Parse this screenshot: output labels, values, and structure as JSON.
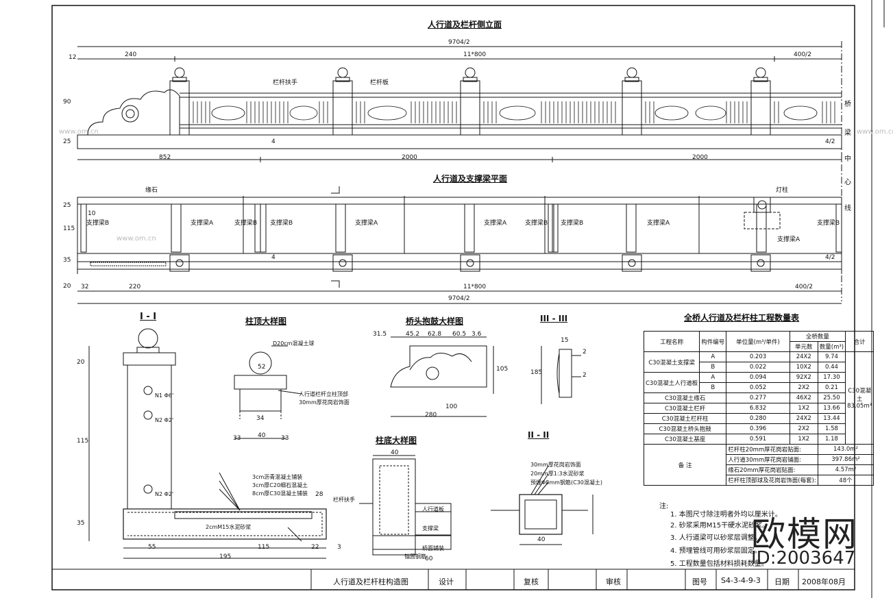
{
  "sheet": {
    "elevation_title": "人行道及栏杆侧立面",
    "plan_title": "人行道及支撑梁平面",
    "section_I_title": "I - I",
    "section_II_title": "II - II",
    "section_III_title": "III - III",
    "cap_detail_title": "柱顶大样图",
    "end_detail_title": "桥头抱鼓大样图",
    "base_detail_title": "柱底大样图",
    "qty_table_title": "全桥人行道及栏杆柱工程数量表"
  },
  "dimensions": {
    "top_total": "9704/2",
    "top_left": "240",
    "top_mid": "11*800",
    "top_right": "400/2",
    "elev_bottom_left": "852",
    "elev_bottom_mid1": "2000",
    "elev_bottom_mid2": "2000",
    "plan_left": "220",
    "plan_left_small": "32",
    "plan_mid": "11*800",
    "plan_right": "400/2",
    "plan_total": "9704/2",
    "slope_left": "4",
    "slope_right": "4/2",
    "v_12": "12",
    "v_90": "90",
    "v_25": "25",
    "v_115": "115",
    "v_35": "35",
    "v_20": "20",
    "v_10": "10",
    "sec_195": "195",
    "sec_55": "55",
    "sec_115": "115",
    "sec_22": "22",
    "sec_3": "3",
    "sec_28": "28",
    "cap_52": "52",
    "cap_34": "34",
    "cap_40": "40",
    "cap_33a": "33",
    "cap_33b": "33",
    "end_315": "31.5",
    "end_452": "45.2",
    "end_628": "62.8",
    "end_605": "60.5",
    "end_36": "3.6",
    "end_280": "280",
    "end_100": "100",
    "end_105": "105",
    "base_40": "40",
    "base_60": "60",
    "s3_185": "185",
    "s3_15": "15",
    "s3_2a": "2",
    "s3_2b": "2",
    "s2_40": "40"
  },
  "labels": {
    "rail_handrail": "栏杆扶手",
    "rail_panel": "栏杆板",
    "curb": "缘石",
    "beam_A": "支撑梁A",
    "beam_B": "支撑梁B",
    "lamp_post": "灯柱",
    "center_marker_1": "桥",
    "center_marker_2": "梁",
    "center_marker_3": "中",
    "center_marker_4": "心",
    "center_marker_5": "线",
    "cap_note1": "D20cm混凝土球",
    "cap_note2": "人行道栏杆立柱顶部",
    "cap_note3": "30mm厚花岗岩饰面",
    "layer1": "3cm沥青混凝土铺装",
    "layer2": "3cm厚C20细石混凝土",
    "layer3": "8cm厚C30混凝土铺装",
    "layer4": "2cmM15水泥砂浆",
    "pipe1": "N1 Φ6'",
    "pipe2": "N2 Φ2'",
    "pipe3": "N2 Φ2'",
    "base_left": "栏杆扶手",
    "base_mid": "人行道板",
    "base_right": "支撑梁",
    "base_bottom": "桥面铺装",
    "base_anchor": "锚固钢筋",
    "s2_note1": "30mm厚花岗岩饰面",
    "s2_note2": "20mm厚1:3水泥砂浆",
    "s2_note3": "预埋Φ8mm钢筋(C30混凝土)"
  },
  "qty_table": {
    "headers": [
      "工程名称",
      "构件编号",
      "单位量(m³/单件)",
      "全桥数量",
      "合计"
    ],
    "subheaders": [
      "单元数",
      "数量(m³)"
    ],
    "rows": [
      [
        "C30混凝土支撑梁",
        "A",
        "0.203",
        "24X2",
        "9.74"
      ],
      [
        "",
        "B",
        "0.022",
        "10X2",
        "0.44"
      ],
      [
        "C30混凝土人行道板",
        "A",
        "0.094",
        "92X2",
        "17.30"
      ],
      [
        "",
        "B",
        "0.052",
        "2X2",
        "0.21"
      ],
      [
        "C30混凝土缘石",
        "",
        "0.277",
        "46X2",
        "25.50"
      ],
      [
        "C30混凝土栏杆",
        "",
        "6.832",
        "1X2",
        "13.66"
      ],
      [
        "C30混凝土栏杆柱",
        "",
        "0.280",
        "24X2",
        "13.44"
      ],
      [
        "C30混凝土桥头抱鼓",
        "",
        "0.396",
        "2X2",
        "1.58"
      ],
      [
        "C30混凝土基座",
        "",
        "0.591",
        "1X2",
        "1.18"
      ]
    ],
    "total_label": "C30混凝土",
    "total_value": "83.05m³",
    "remarks_label": "备    注",
    "remarks": [
      [
        "栏杆柱20mm厚花岗岩贴面:",
        "143.0m²"
      ],
      [
        "人行道30mm厚花岗岩铺面:",
        "397.86m²"
      ],
      [
        "缘石20mm厚花岗岩贴面:",
        "4.57m²"
      ],
      [
        "栏杆柱顶部球及花岗岩饰面(每套):",
        "48个"
      ]
    ]
  },
  "notes": {
    "heading": "注:",
    "items": [
      "1.   本图尺寸除注明者外均以厘米计。",
      "2.   砂浆采用M15干硬水泥砂浆。",
      "3.   人行道梁可以砂浆层调整。",
      "4.   预埋管线可用砂浆层固定。",
      "5.   工程数量包括材料损耗数量。"
    ]
  },
  "title_block": {
    "drawing_name": "人行道及栏杆柱构造图",
    "design": "设计",
    "check": "复核",
    "review": "审核",
    "drawing_no_label": "图号",
    "drawing_no": "S4-3-4-9-3",
    "date_label": "日期",
    "date": "2008年08月"
  },
  "watermark": {
    "brand": "欧模网",
    "id": "ID:2003647",
    "site": "www.om.cn"
  }
}
